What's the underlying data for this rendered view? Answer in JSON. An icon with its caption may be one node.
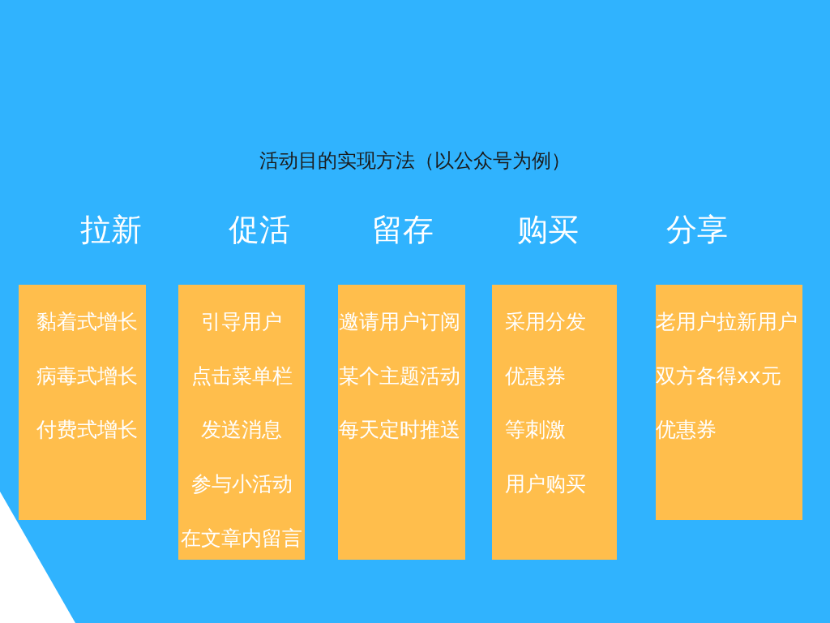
{
  "diagram": {
    "title": "活动目的实现方法（以公众号为例）",
    "nodes": [
      {
        "text": [
          "拉新",
          "黏着式增长",
          "病毒式增长",
          "付费式增长"
        ]
      },
      {
        "text": [
          "促活",
          "引导用户",
          "点击菜单栏",
          "发送消息",
          "参与小活动",
          "在文章内留言"
        ]
      },
      {
        "text": [
          "留存",
          "邀请用户订阅",
          "某个主题活动",
          "每天定时推送"
        ]
      },
      {
        "text": [
          "购买",
          "采用分发",
          "优惠券",
          "等刺激",
          "用户购买"
        ]
      },
      {
        "text": [
          "分享",
          "老用户拉新用户",
          "双方各得xx元",
          "优惠券"
        ]
      }
    ]
  }
}
